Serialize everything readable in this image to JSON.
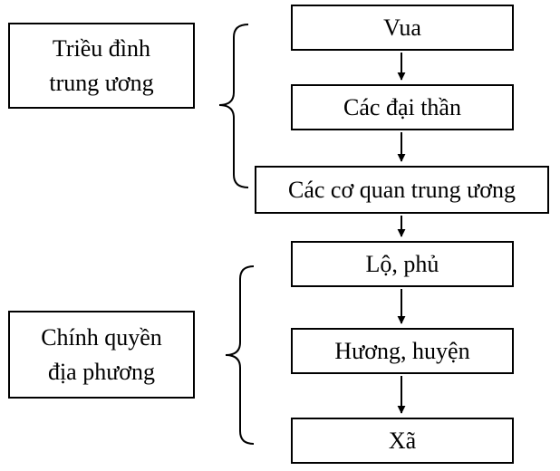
{
  "groups": {
    "central": {
      "line1": "Triều đình",
      "line2": "trung ương"
    },
    "local": {
      "line1": "Chính quyền",
      "line2": "địa phương"
    }
  },
  "hierarchy": [
    {
      "id": "vua",
      "label": "Vua"
    },
    {
      "id": "dai_than",
      "label": "Các đại thần"
    },
    {
      "id": "co_quan",
      "label": "Các cơ quan trung ương"
    },
    {
      "id": "lo_phu",
      "label": "Lộ, phủ"
    },
    {
      "id": "huong_huyen",
      "label": "Hương, huyện"
    },
    {
      "id": "xa",
      "label": "Xã"
    }
  ],
  "colors": {
    "stroke": "#000000",
    "background": "#ffffff"
  },
  "icons": {
    "arrow": "arrow-down-icon",
    "bracket": "curly-brace-icon"
  }
}
